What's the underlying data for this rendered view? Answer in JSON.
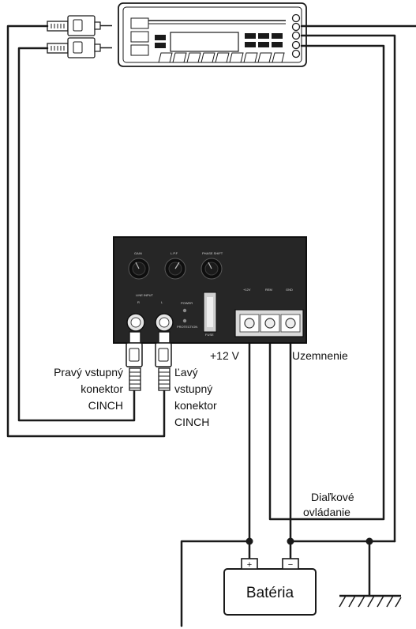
{
  "amplifier": {
    "knob_labels": [
      "GAIN",
      "L.P.F",
      "PHASE SHIFT"
    ],
    "section_labels": [
      "LINE INPUT",
      "POWER",
      "PROTECTION",
      "FUSE"
    ],
    "jack_labels": [
      "R",
      "L"
    ],
    "terminal_labels": [
      "+12V",
      "REM",
      "GND"
    ]
  },
  "labels": {
    "plus12v": "+12 V",
    "ground": "Uzemnenie",
    "right_input": [
      "Pravý vstupný",
      "konektor",
      "CINCH"
    ],
    "left_input": [
      "Ľavý",
      "vstupný",
      "konektor",
      "CINCH"
    ],
    "remote": [
      "Diaľkové",
      "ovládanie"
    ],
    "battery": "Batéria",
    "battery_plus": "+",
    "battery_minus": "−"
  }
}
